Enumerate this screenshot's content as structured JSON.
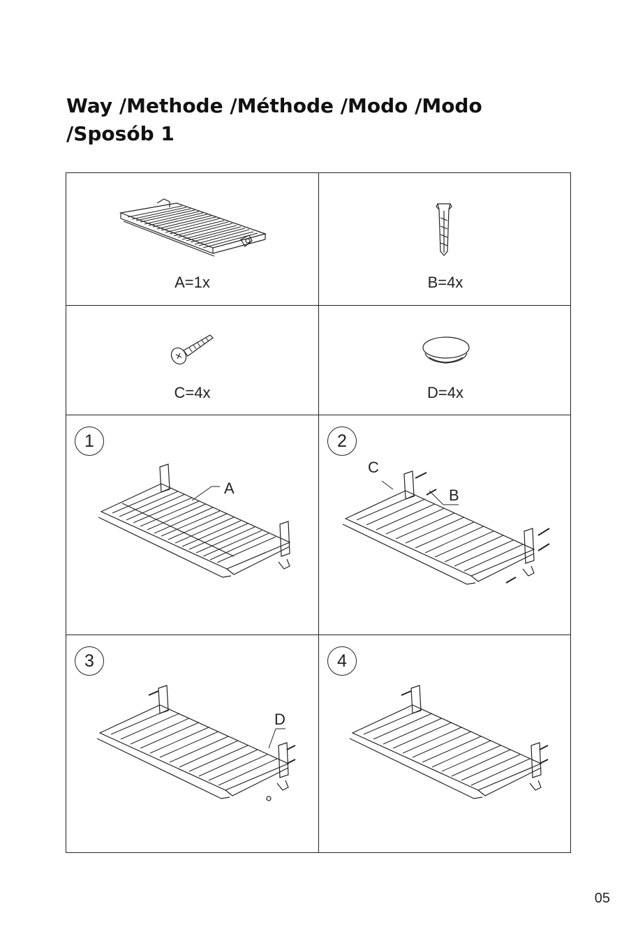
{
  "title": {
    "line1": "Way /Methode /Méthode /Modo /Modo",
    "line2": "/Sposób 1"
  },
  "parts": [
    {
      "letter": "A",
      "label": "A=1x",
      "icon": "shelf-rack-icon"
    },
    {
      "letter": "B",
      "label": "B=4x",
      "icon": "wall-plug-icon"
    },
    {
      "letter": "C",
      "label": "C=4x",
      "icon": "screw-icon"
    },
    {
      "letter": "D",
      "label": "D=4x",
      "icon": "cover-cap-icon"
    }
  ],
  "steps": [
    {
      "number": "1",
      "callouts": [
        "A"
      ]
    },
    {
      "number": "2",
      "callouts": [
        "C",
        "B"
      ]
    },
    {
      "number": "3",
      "callouts": [
        "D"
      ]
    },
    {
      "number": "4",
      "callouts": []
    }
  ],
  "page_number": "05"
}
